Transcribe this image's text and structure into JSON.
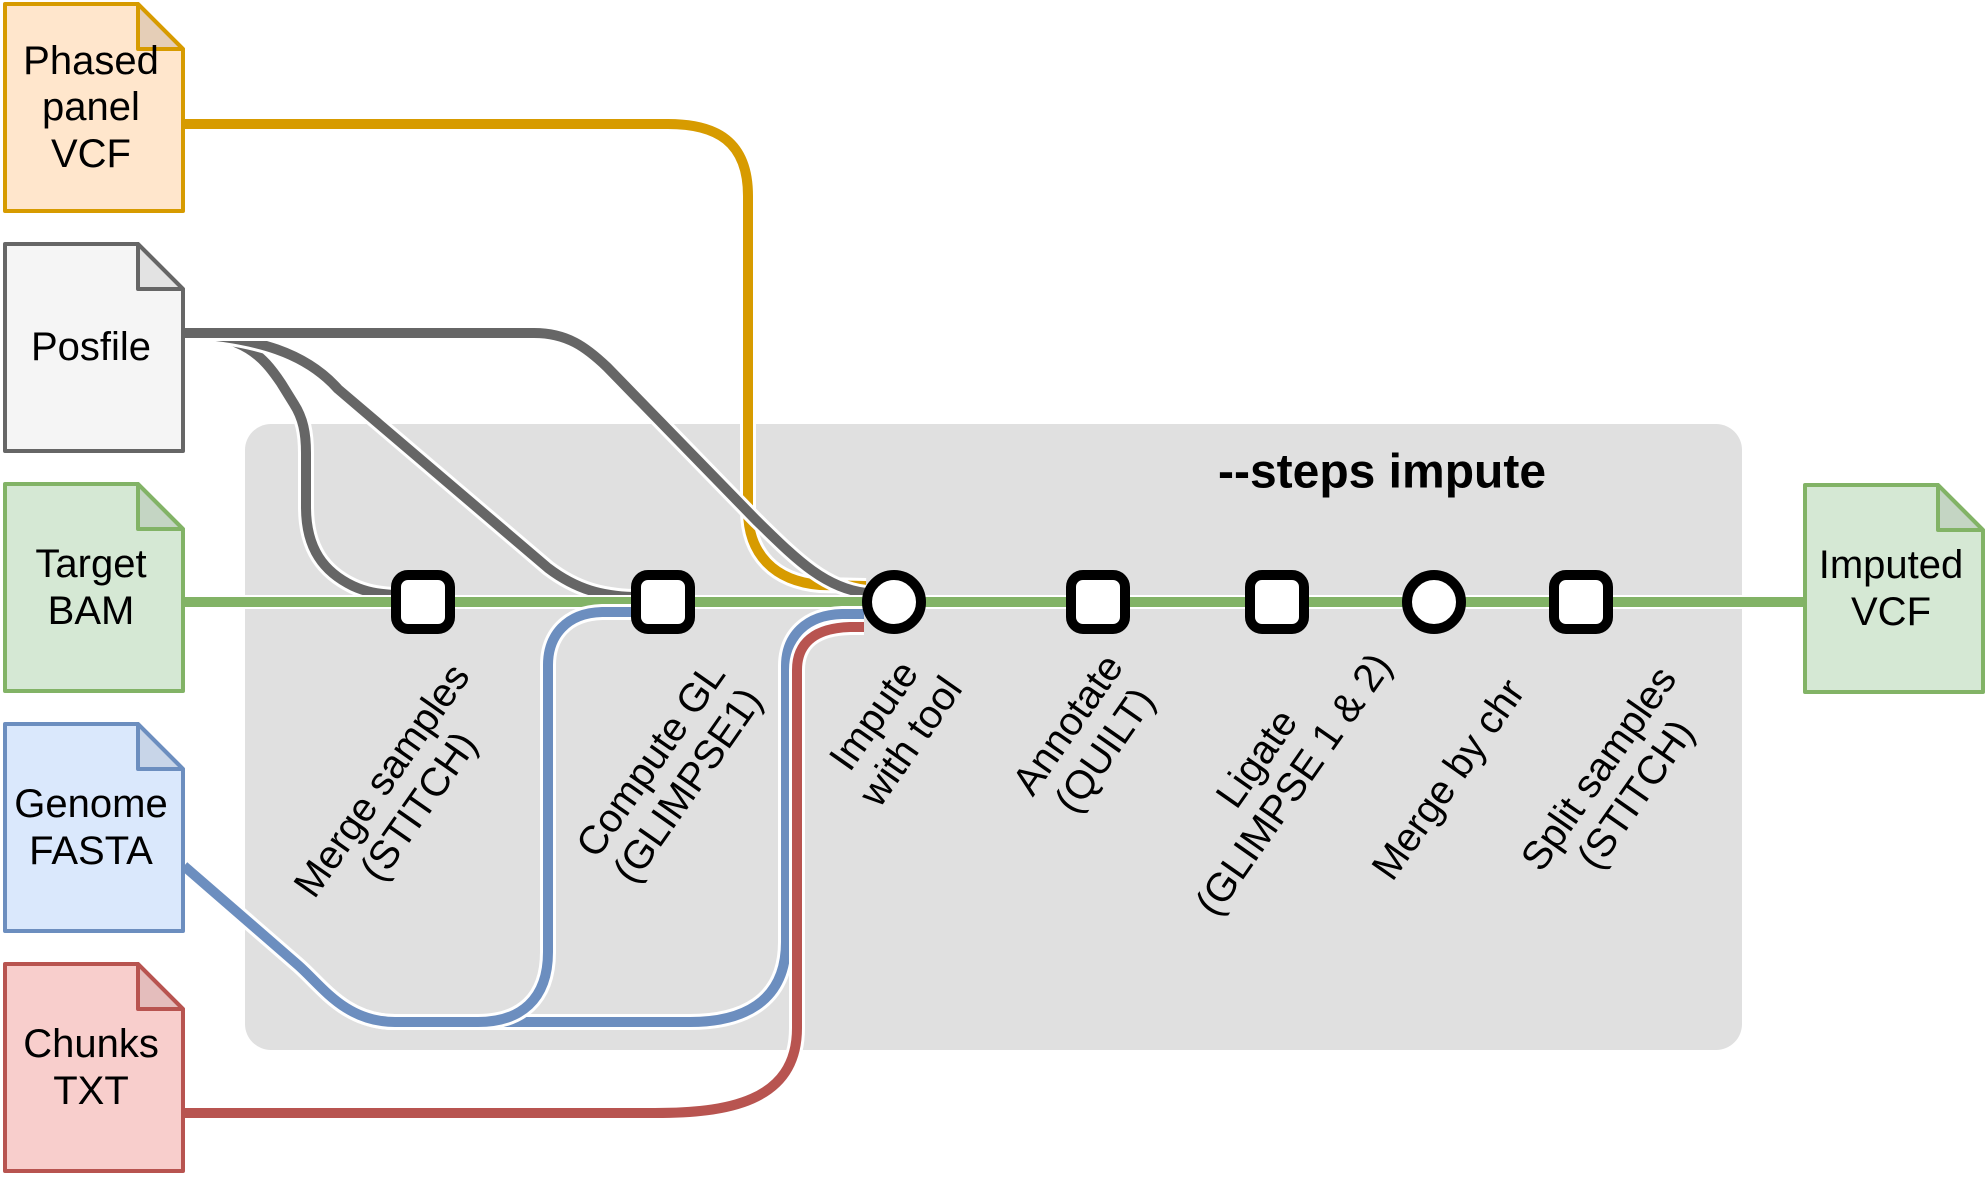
{
  "diagram": {
    "panel": {
      "title": "--steps impute"
    },
    "files": [
      {
        "id": "phased-panel-vcf",
        "label": "Phased\npanel\nVCF",
        "fill": "#FFE6CC",
        "stroke": "#D79B00",
        "role": "input"
      },
      {
        "id": "posfile",
        "label": "Posfile",
        "fill": "#F5F5F5",
        "stroke": "#666666",
        "role": "input"
      },
      {
        "id": "target-bam",
        "label": "Target\nBAM",
        "fill": "#D5E8D4",
        "stroke": "#82B366",
        "role": "input"
      },
      {
        "id": "genome-fasta",
        "label": "Genome\nFASTA",
        "fill": "#DAE8FC",
        "stroke": "#6C8EBF",
        "role": "input"
      },
      {
        "id": "chunks-txt",
        "label": "Chunks\nTXT",
        "fill": "#F8CECC",
        "stroke": "#B85450",
        "role": "input"
      },
      {
        "id": "imputed-vcf",
        "label": "Imputed\nVCF",
        "fill": "#D5E8D4",
        "stroke": "#82B366",
        "role": "output"
      }
    ],
    "steps": [
      {
        "id": "merge-samples",
        "label": "Merge samples\n(STITCH)",
        "shape": "square"
      },
      {
        "id": "compute-gl",
        "label": "Compute GL\n(GLIMPSE1)",
        "shape": "square"
      },
      {
        "id": "impute",
        "label": "Impute\nwith tool",
        "shape": "circle"
      },
      {
        "id": "annotate",
        "label": "Annotate\n(QUILT)",
        "shape": "square"
      },
      {
        "id": "ligate",
        "label": "Ligate\n(GLIMPSE 1 & 2)",
        "shape": "square"
      },
      {
        "id": "merge-chr",
        "label": "Merge by chr",
        "shape": "circle"
      },
      {
        "id": "split",
        "label": "Split samples\n(STITCH)",
        "shape": "square"
      }
    ],
    "colors": {
      "trunk_green": "#82B366",
      "phased_orange": "#D79B00",
      "posfile_gray": "#666666",
      "fasta_blue": "#6C8EBF",
      "chunks_red": "#B85450",
      "panel_gray": "#E0E0E0",
      "node_fill": "#FFFFFF",
      "node_stroke": "#000000"
    }
  }
}
